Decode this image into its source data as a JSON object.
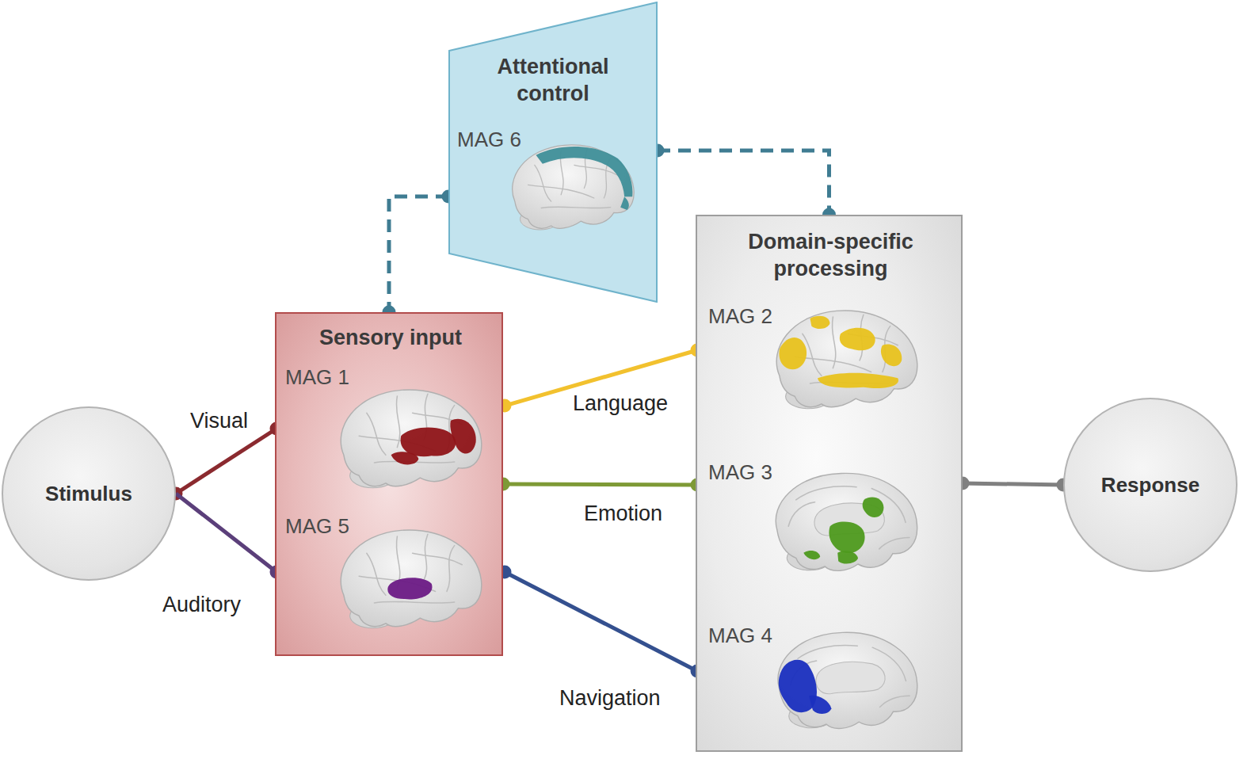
{
  "diagram": {
    "nodes": [
      {
        "text": [
          "Stimulus"
        ]
      },
      {
        "text": [
          "Attentional control",
          "MAG 6"
        ]
      },
      {
        "text": [
          "Sensory input"
        ]
      },
      {
        "text": [
          "MAG 1"
        ],
        "in": 2
      },
      {
        "text": [
          "MAG 5"
        ],
        "in": 2
      },
      {
        "text": [
          "Domain-specific processing"
        ]
      },
      {
        "text": [
          "MAG 2"
        ],
        "in": 5
      },
      {
        "text": [
          "MAG 3"
        ],
        "in": 5
      },
      {
        "text": [
          "MAG 4"
        ],
        "in": 5
      },
      {
        "text": [
          "Response"
        ]
      }
    ],
    "edges": [
      {
        "from": 0,
        "to": 3,
        "arrow": "none",
        "label": "Visual"
      },
      {
        "from": 0,
        "to": 4,
        "arrow": "none",
        "label": "Auditory"
      },
      {
        "from": 3,
        "to": 6,
        "arrow": "none",
        "label": "Language"
      },
      {
        "from": 2,
        "to": 7,
        "arrow": "none",
        "label": "Emotion"
      },
      {
        "from": 4,
        "to": 8,
        "arrow": "none",
        "label": "Navigation"
      },
      {
        "from": 5,
        "to": 9,
        "arrow": "none"
      },
      {
        "from": 1,
        "to": 2,
        "arrow": "none"
      },
      {
        "from": 1,
        "to": 5,
        "arrow": "none"
      }
    ]
  }
}
